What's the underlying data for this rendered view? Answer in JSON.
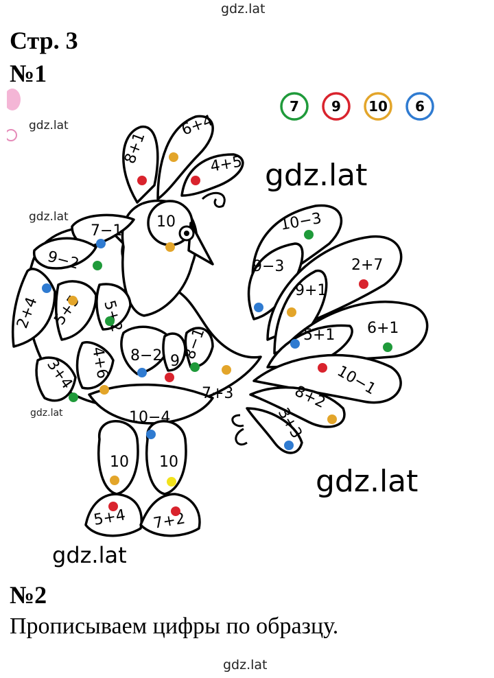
{
  "watermarks": {
    "top": "gdz.lat",
    "left_upper": "gdz.lat",
    "left_middle": "gdz.lat",
    "left_lower": "gdz.lat",
    "big_upper": "gdz.lat",
    "big_lower": "gdz.lat",
    "big_bottom_left": "gdz.lat",
    "bottom": "gdz.lat"
  },
  "page_label": "Стр. 3",
  "task1": {
    "number": "№1"
  },
  "legend": [
    {
      "value": "7",
      "color": "#1f9a3a"
    },
    {
      "value": "9",
      "color": "#d9232d"
    },
    {
      "value": "10",
      "color": "#e3a52a"
    },
    {
      "value": "6",
      "color": "#2f7bd1"
    }
  ],
  "colors": {
    "green": "#1f9a3a",
    "red": "#d9232d",
    "orange": "#e3a52a",
    "blue": "#2f7bd1",
    "yellow": "#f2e21c"
  },
  "regions": [
    {
      "label": "6+4",
      "dot": "orange"
    },
    {
      "label": "8+1",
      "dot": "red"
    },
    {
      "label": "4+5",
      "dot": "red"
    },
    {
      "label": "10",
      "dot": "orange"
    },
    {
      "label": "7−1",
      "dot": "blue"
    },
    {
      "label": "9−2",
      "dot": "green"
    },
    {
      "label": "2+4",
      "dot": "blue"
    },
    {
      "label": "5+5",
      "dot": "orange"
    },
    {
      "label": "5+2",
      "dot": "green"
    },
    {
      "label": "4+6",
      "dot": "orange"
    },
    {
      "label": "3+4",
      "dot": "green"
    },
    {
      "label": "8−2",
      "dot": "blue"
    },
    {
      "label": "9",
      "dot": "red"
    },
    {
      "label": "8−1",
      "dot": "green"
    },
    {
      "label": "7+3",
      "dot": "orange"
    },
    {
      "label": "10−4",
      "dot": "blue"
    },
    {
      "label": "10",
      "dot": "orange"
    },
    {
      "label": "10",
      "dot": "yellow"
    },
    {
      "label": "5+4",
      "dot": "red"
    },
    {
      "label": "7+2",
      "dot": "red"
    },
    {
      "label": "10−3",
      "dot": "green"
    },
    {
      "label": "9−3",
      "dot": "blue"
    },
    {
      "label": "2+7",
      "dot": "red"
    },
    {
      "label": "9+1",
      "dot": "orange"
    },
    {
      "label": "6+1",
      "dot": "green"
    },
    {
      "label": "5+1",
      "dot": "blue"
    },
    {
      "label": "10−1",
      "dot": "red"
    },
    {
      "label": "8+2",
      "dot": "orange"
    },
    {
      "label": "3+3",
      "dot": "blue"
    }
  ],
  "task2": {
    "number": "№2",
    "text": "Прописываем цифры по образцу."
  }
}
